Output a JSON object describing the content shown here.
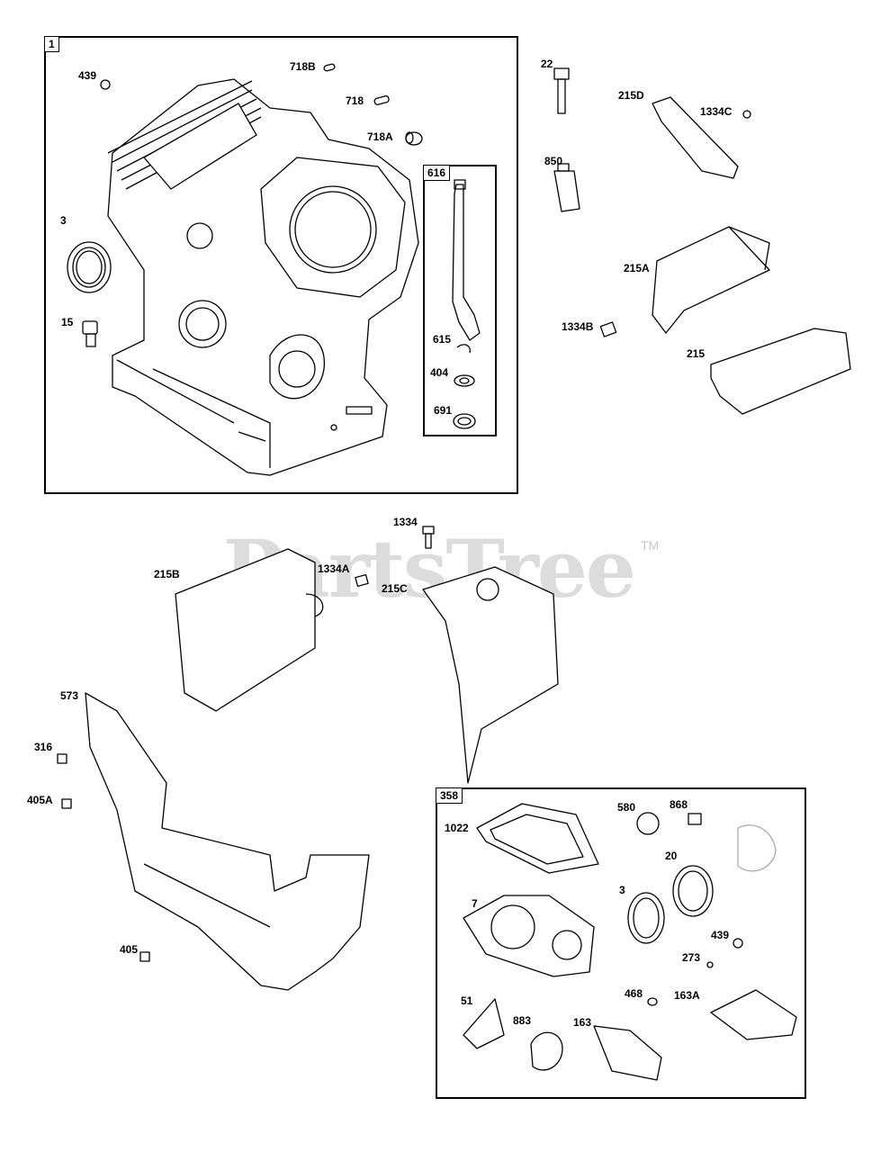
{
  "watermark": {
    "text": "PartsTree",
    "tm": "TM"
  },
  "groups": {
    "box1": "1",
    "box616": "616",
    "box358": "358"
  },
  "labels": {
    "p439_top": "439",
    "p718B": "718B",
    "p718": "718",
    "p718A": "718A",
    "p3_top": "3",
    "p15": "15",
    "p615": "615",
    "p404": "404",
    "p691": "691",
    "p22": "22",
    "p215D": "215D",
    "p1334C": "1334C",
    "p850": "850",
    "p215A": "215A",
    "p1334B": "1334B",
    "p215": "215",
    "p1334": "1334",
    "p215B": "215B",
    "p1334A": "1334A",
    "p215C": "215C",
    "p573": "573",
    "p316": "316",
    "p405A": "405A",
    "p405": "405",
    "p1022": "1022",
    "p580": "580",
    "p868": "868",
    "p20": "20",
    "p7": "7",
    "p3_bot": "3",
    "p439_bot": "439",
    "p273": "273",
    "p468": "468",
    "p163A": "163A",
    "p51": "51",
    "p883": "883",
    "p163": "163"
  }
}
